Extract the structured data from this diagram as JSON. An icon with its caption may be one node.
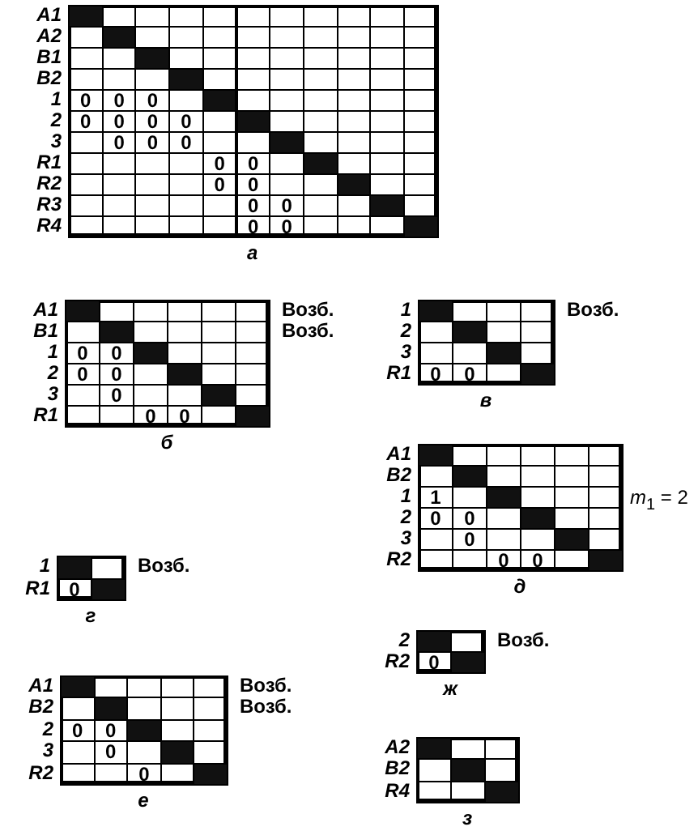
{
  "diagram": {
    "labels": [
      "A1",
      "A2",
      "B1",
      "B2",
      "1",
      "0",
      "0",
      "0",
      "2",
      "0",
      "0",
      "0",
      "0",
      "3",
      "0",
      "0",
      "0",
      "R1",
      "0",
      "0",
      "R2",
      "0",
      "0",
      "R3",
      "0",
      "0",
      "R4",
      "0",
      "0",
      "а",
      "A1",
      "Возб.",
      "B1",
      "Возб.",
      "1",
      "0",
      "0",
      "2",
      "0",
      "0",
      "3",
      "0",
      "R1",
      "0",
      "0",
      "б",
      "1",
      "Возб.",
      "2",
      "3",
      "R1",
      "0",
      "0",
      "в",
      "1",
      "Возб.",
      "R1",
      "0",
      "г",
      "A1",
      "B2",
      "1",
      "1",
      "2",
      "0",
      "0",
      "3",
      "0",
      "R2",
      "0",
      "0",
      "*m*$_{1}$ = 2",
      "д",
      "A1",
      "Возб.",
      "B2",
      "Возб.",
      "2",
      "0",
      "0",
      "3",
      "0",
      "R2",
      "0",
      "е",
      "2",
      "Возб.",
      "R2",
      "0",
      "ж",
      "A2",
      "B2",
      "R4",
      "з"
    ]
  }
}
